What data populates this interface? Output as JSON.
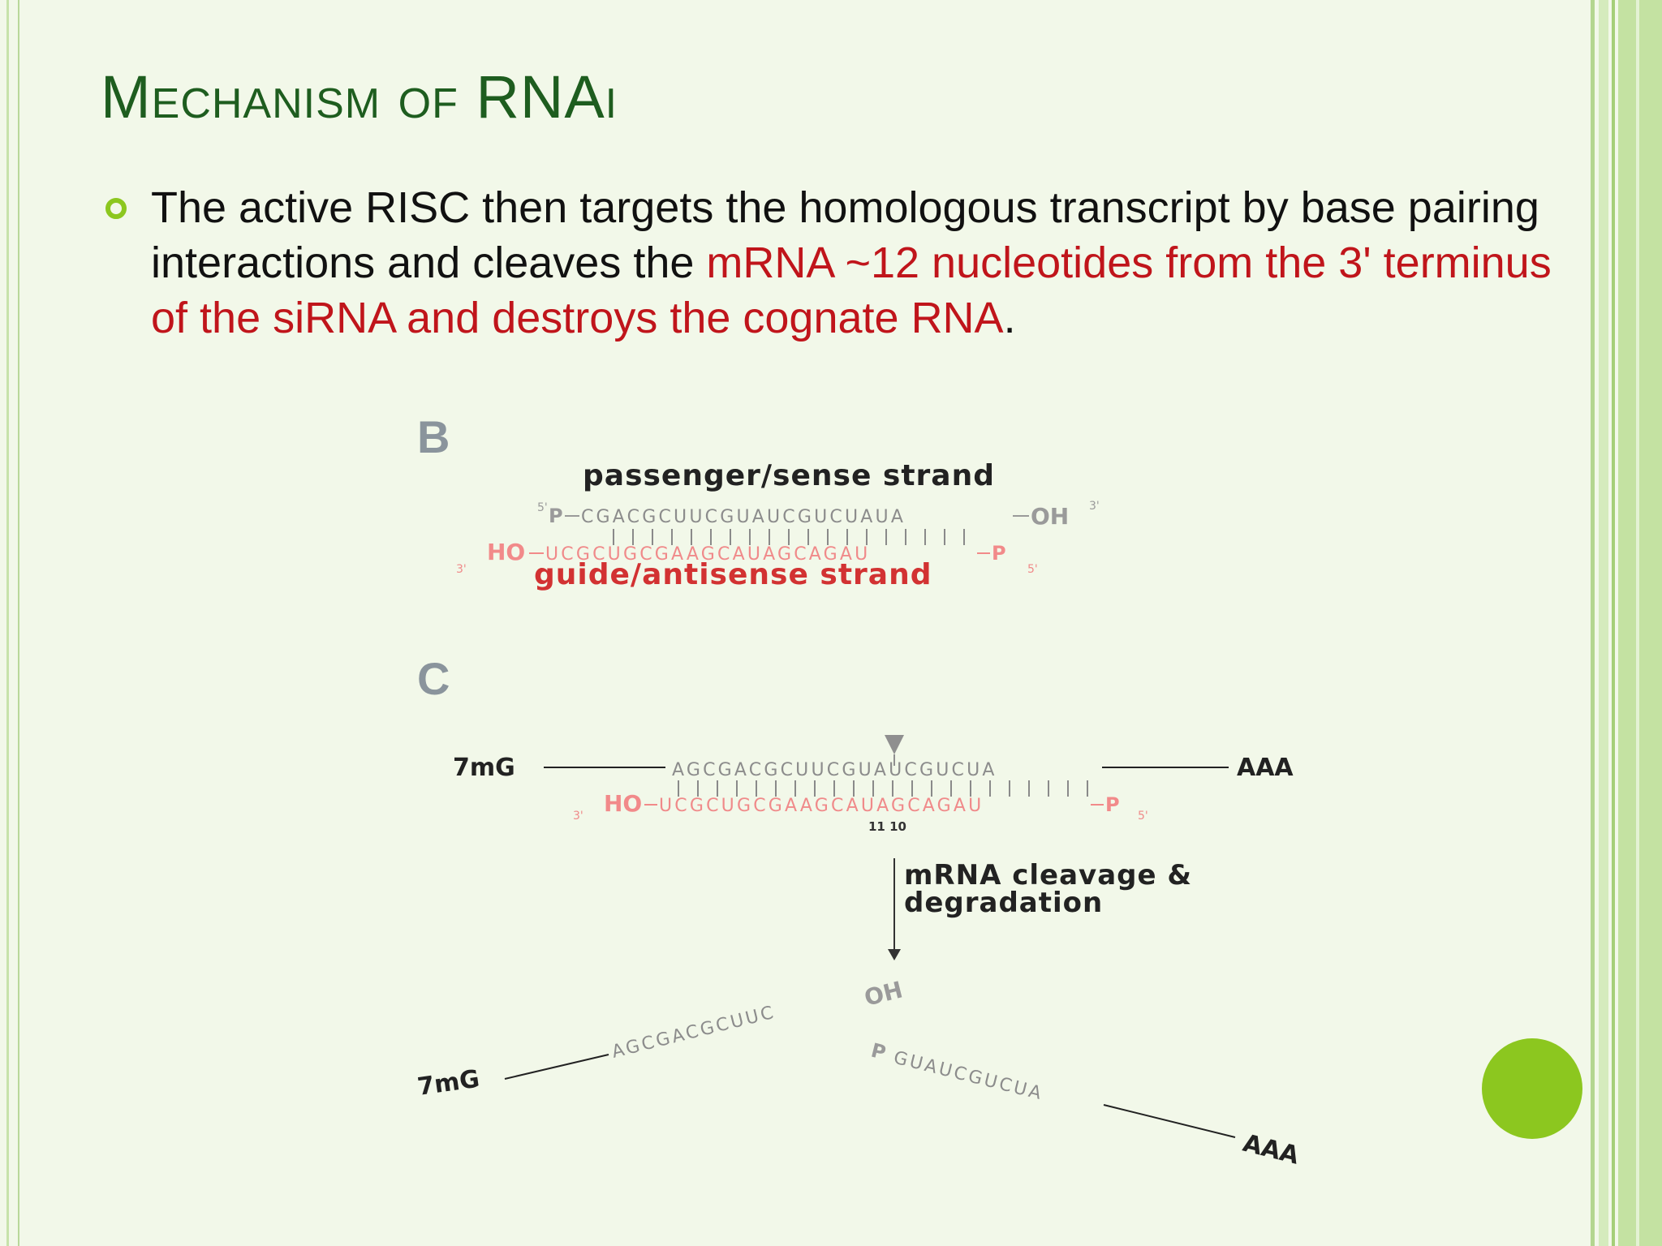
{
  "slide": {
    "title": "Mechanism of RNAi",
    "bullet": {
      "text_plain_1": "The active RISC then targets the homologous transcript by base pairing interactions and cleaves the ",
      "text_highlight": "mRNA ~12 nucleotides from the 3' terminus of the siRNA and destroys the cognate RNA",
      "text_plain_2": "."
    },
    "colors": {
      "title": "#1e5d1f",
      "highlight": "#c0151b",
      "bullet": "#8cc71f",
      "accent_dot": "#8cc71f",
      "background": "#f2f8e9"
    }
  },
  "figure": {
    "panel_b": {
      "label": "B",
      "passenger_label": "passenger/sense strand",
      "passenger_5p": "5'",
      "passenger_p": "P",
      "passenger_seq": "CGACGCUUCGUAUCGUCUAUA",
      "passenger_oh": "OH",
      "passenger_3p": "3'",
      "guide_3p": "3'",
      "guide_ho": "HO",
      "guide_seq": "UCGCUGCGAAGCAUAGCAGAU",
      "guide_p": "P",
      "guide_5p": "5'",
      "guide_label": "guide/antisense strand"
    },
    "panel_c": {
      "label": "C",
      "cap": "7mG",
      "mrna_seq": "AGCGACGCUUCGUAUCGUCUA",
      "polya": "AAA",
      "guide_3p": "3'",
      "guide_ho": "HO",
      "guide_seq": "UCGCUGCGAAGCAUAGCAGAU",
      "guide_p": "P",
      "guide_5p": "5'",
      "positions": "11 10",
      "cleavage_line1": "mRNA cleavage &",
      "cleavage_line2": "degradation",
      "frag1_cap": "7mG",
      "frag1_seq": "AGCGACGCUUC",
      "frag1_oh": "OH",
      "frag2_p": "P",
      "frag2_seq": "GUAUCGUCUA",
      "frag2_polya": "AAA"
    }
  }
}
